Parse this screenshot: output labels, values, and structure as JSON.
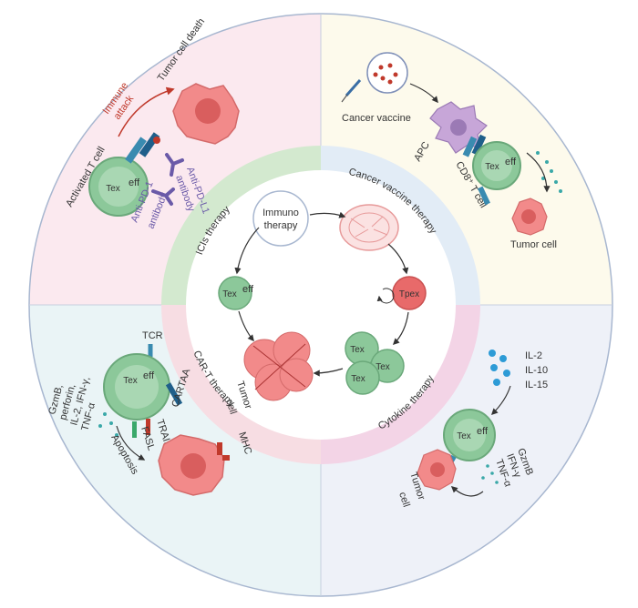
{
  "center": {
    "immunotherapy": "Immuno therapy",
    "tex_left": "Tex",
    "tex_sup": "eff",
    "tpex": "Tpex",
    "tex_cluster": "Tex"
  },
  "ring_labels": {
    "ici": "ICIs therapy",
    "vaccine": "Cancer vaccine therapy",
    "cart": "CAR-T therapy",
    "cytokine": "Cytokine therapy"
  },
  "q1": {
    "tumor_cell_death": "Tumor cell death",
    "immune_attack": "Immune attack",
    "activated_t_cell": "Activated T cell",
    "anti_pdl1": "Anti-PD-L1 antibody",
    "anti_pd1": "Anti-PD-1 antibody",
    "tex": "Tex"
  },
  "q2": {
    "cancer_vaccine": "Cancer vaccine",
    "apc": "APC",
    "cd8": "CD8⁺ T cell",
    "tumor_cell": "Tumor cell",
    "tex": "Tex"
  },
  "q3": {
    "tcr": "TCR",
    "cytokines": "GzmB, perforin, IL-2, IFN-γ, TNF-α",
    "cartaa": "CARTAA",
    "trail": "TRAIL",
    "fasl": "FASL",
    "apoptosis": "Apoptosis",
    "tumor_cell": "Tumor cell",
    "mhc": "MHC",
    "tex": "Tex"
  },
  "q4": {
    "il2": "IL-2",
    "il10": "IL-10",
    "il15": "IL-15",
    "gzmb": "GzmB",
    "ifn": "IFN-γ",
    "tnf": "TNF-α",
    "tumor_cell": "Tumor cell",
    "tex": "Tex"
  },
  "colors": {
    "q1_bg": "#fbe9ef",
    "q2_bg": "#fdfaec",
    "q3_bg": "#eaf4f6",
    "q4_bg": "#eef1f8",
    "ring_ici": "#d3e9cf",
    "ring_vaccine": "#e2ecf6",
    "ring_cart": "#f7dde3",
    "ring_cytokine": "#f3d4e6",
    "tcell": "#8cc89a",
    "tumor": "#f28a8a",
    "tpex": "#e86a6a",
    "outline": "#a8b7d0"
  }
}
